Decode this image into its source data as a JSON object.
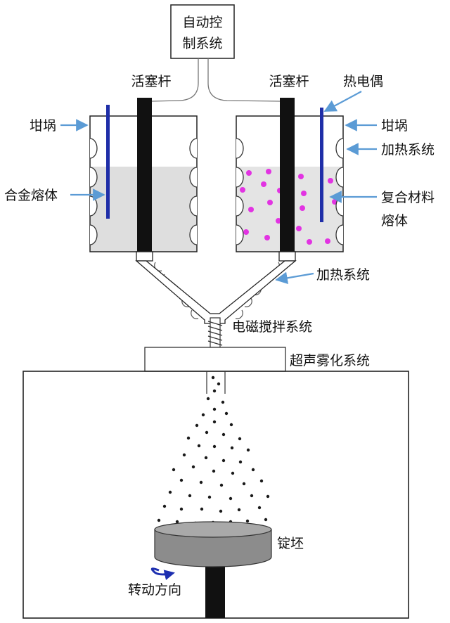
{
  "labels": {
    "control_line1": "自动控",
    "control_line2": "制系统",
    "piston_left": "活塞杆",
    "piston_right": "活塞杆",
    "thermocouple": "热电偶",
    "crucible_left": "坩埚",
    "crucible_right": "坩埚",
    "heating_right": "加热系统",
    "alloy_melt": "合金熔体",
    "composite_line1": "复合材料",
    "composite_line2": "熔体",
    "heating_pipe": "加热系统",
    "stirring": "电磁搅拌系统",
    "atomization": "超声雾化系统",
    "ingot": "锭坯",
    "rotation": "转动方向"
  },
  "colors": {
    "alloy_fill": "#dedede",
    "composite_fill": "#e4e4e4",
    "particles": "#e233e2",
    "thermocouple": "#1f2ea8",
    "arrows": "#5b9bd5",
    "rotation_arrow": "#1d2fb0",
    "ingot": "#8c8c8c",
    "droplets": "#1a1a1a"
  }
}
